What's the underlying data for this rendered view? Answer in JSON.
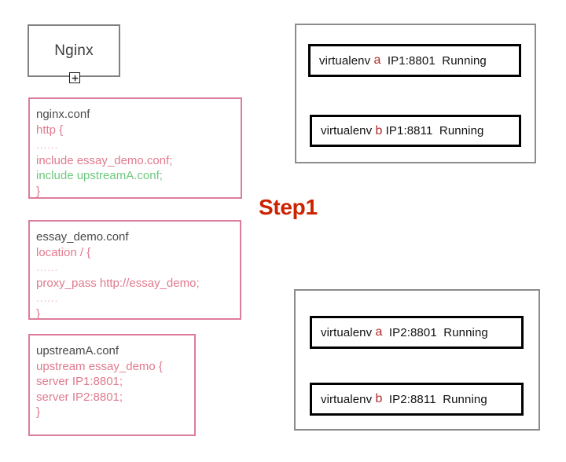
{
  "diagram": {
    "step_label": "Step1",
    "nginx_node": {
      "label": "Nginx",
      "expand_icon": "plus-square-icon"
    },
    "config_cards": [
      {
        "id": "conf-nginx",
        "name": "nginx-conf-card",
        "title": "nginx.conf",
        "lines": [
          {
            "text": "http {",
            "color": "pink"
          },
          {
            "text": "......",
            "color": "dots"
          },
          {
            "text": "include essay_demo.conf;",
            "color": "pink"
          },
          {
            "text": "include upstreamA.conf;",
            "color": "green"
          },
          {
            "text": "}",
            "color": "pink"
          }
        ]
      },
      {
        "id": "conf-essay",
        "name": "essay-demo-conf-card",
        "title": "essay_demo.conf",
        "lines": [
          {
            "text": "location / {",
            "color": "pink"
          },
          {
            "text": "......",
            "color": "dots"
          },
          {
            "text": "proxy_pass http://essay_demo;",
            "color": "pink"
          },
          {
            "text": "......",
            "color": "dots"
          },
          {
            "text": "}",
            "color": "pink"
          }
        ]
      },
      {
        "id": "conf-upstream",
        "name": "upstream-a-conf-card",
        "title": "upstreamA.conf",
        "lines": [
          {
            "text": "upstream essay_demo {",
            "color": "pink"
          },
          {
            "text": "server IP1:8801;",
            "color": "pink"
          },
          {
            "text": "server IP2:8801;",
            "color": "pink"
          },
          {
            "text": "}",
            "color": "pink"
          }
        ]
      }
    ],
    "server_panels": [
      {
        "id": "panel-ip1",
        "name": "server-panel-ip1",
        "instances": [
          {
            "id": "venv-1a",
            "prefix": "virtualenv ",
            "tag": "a",
            "address": "  IP1:8801  ",
            "status": "Running"
          },
          {
            "id": "venv-1b",
            "prefix": "virtualenv ",
            "tag": "b",
            "address": " IP1:8811  ",
            "status": "Running"
          }
        ]
      },
      {
        "id": "panel-ip2",
        "name": "server-panel-ip2",
        "instances": [
          {
            "id": "venv-2a",
            "prefix": "virtualenv ",
            "tag": "a",
            "address": "  IP2:8801  ",
            "status": "Running"
          },
          {
            "id": "venv-2b",
            "prefix": "virtualenv ",
            "tag": "b",
            "address": "  IP2:8811  ",
            "status": "Running"
          }
        ]
      }
    ]
  },
  "colors": {
    "accent_pink": "#e07a8e",
    "accent_green": "#6ec77f",
    "step_red": "#cc2200",
    "tag_red": "#b02a2a",
    "node_border": "#808080",
    "panel_border": "#8c8c8c",
    "card_border": "#dd7d9c"
  }
}
